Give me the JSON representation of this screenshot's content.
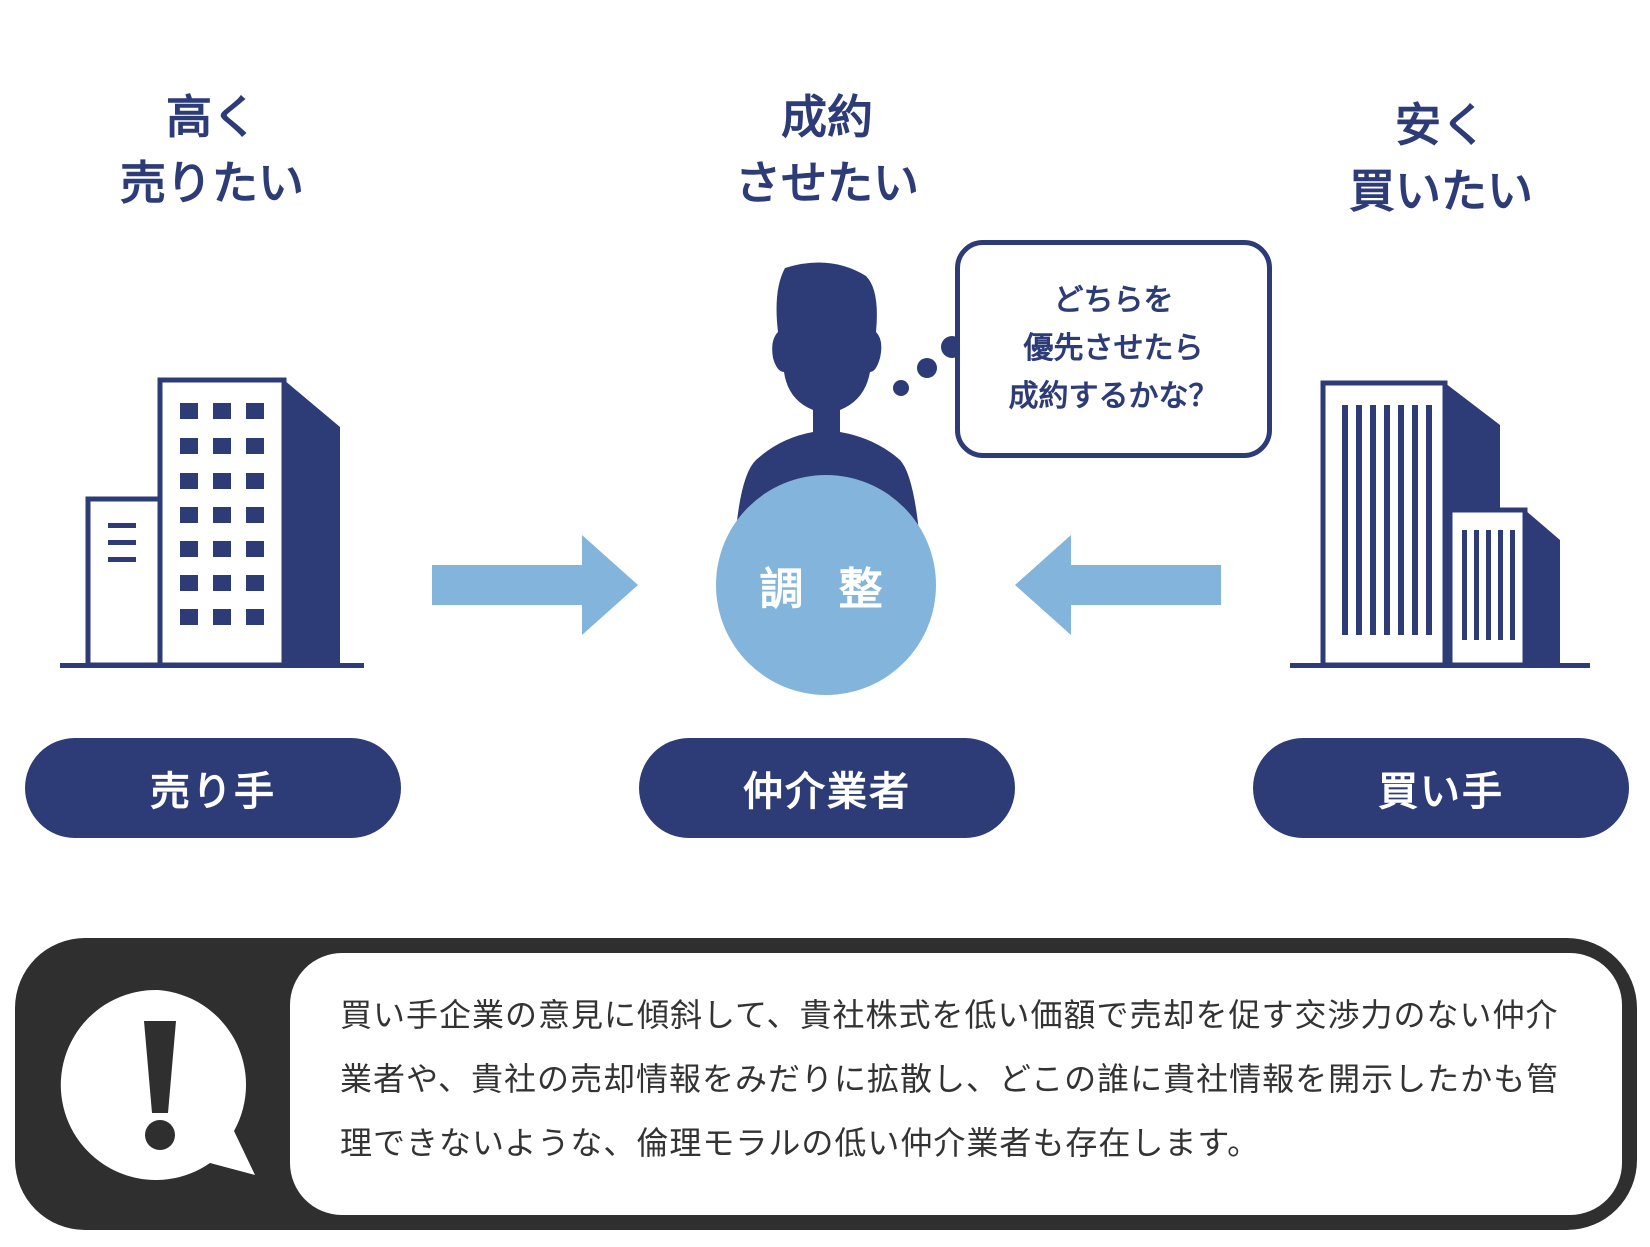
{
  "colors": {
    "navy": "#2d3c77",
    "light_blue": "#82b4dc",
    "dark": "#2f2f2f",
    "white": "#ffffff"
  },
  "seller": {
    "heading": "高く\n売りたい",
    "label": "売り手",
    "icon": "office-building-icon"
  },
  "broker": {
    "heading": "成約\nさせたい",
    "label": "仲介業者",
    "thought": "どちらを\n優先させたら\n成約するかな？",
    "circle_label": "調 整",
    "icon": "person-silhouette-icon"
  },
  "buyer": {
    "heading": "安く\n買いたい",
    "label": "買い手",
    "icon": "office-building-icon"
  },
  "warning": {
    "icon": "exclamation-speech-icon",
    "text": "買い手企業の意見に傾斜して、貴社株式を低い価額で売却を促す交渉力のない仲介業者や、貴社の売却情報をみだりに拡散し、どこの誰に貴社情報を開示したかも管理できないような、倫理モラルの低い仲介業者も存在します。"
  }
}
